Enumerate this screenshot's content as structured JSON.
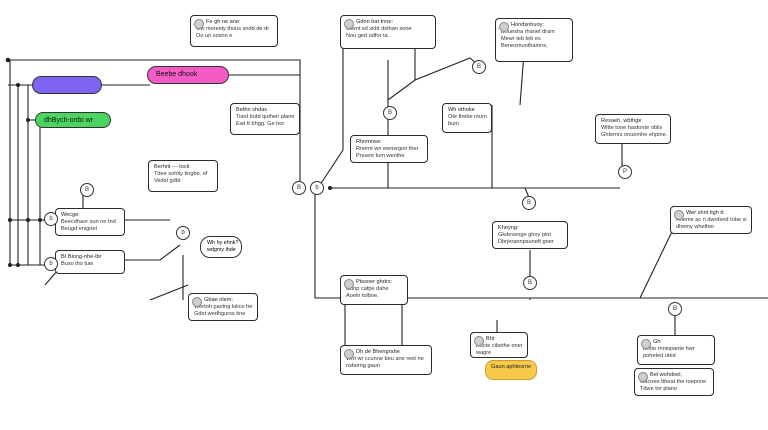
{
  "pills": {
    "purple": {
      "label": "",
      "color": "#7f63f2"
    },
    "pink": {
      "label": "Beebe dhook",
      "color": "#f45bc4"
    },
    "green": {
      "label": "dhBych-ordo wr",
      "color": "#4bd45f"
    }
  },
  "nodes": {
    "n1": {
      "line1": "Fe gh ne ane:",
      "line2": "Ow moresty thous sndd de dr",
      "line3": "Oo un sosnn e"
    },
    "n2": {
      "line1": "Gdnn bat tnne:",
      "line2": "Cwmt sd skbt dsthan sooe",
      "line3": "Nou ged odfor ta."
    },
    "n3": {
      "line1": "Hondsnhuoy:",
      "line2": "Bouesha rhanet dram",
      "line3": "Mewr teb teb es",
      "line4": "Benesmunthamns,"
    },
    "n4": {
      "line1": "Bethn shdas",
      "line2": "Toed butd qutheir plane",
      "line3": "Ewt tt bhgg. Ge hor"
    },
    "n5": {
      "line1": "Wh othoke",
      "line2": "Ote thebe nturn",
      "line3": "bum"
    },
    "n6": {
      "line1": "Resaeh, wbthge",
      "line2": "Wltte tone hastonte oblis",
      "line3": "Ghtemrs onuemhe ehpine."
    },
    "n7": {
      "line1": "Berhnt --- tock",
      "line2": "Tdee sohtly tingbe. ef",
      "line3": "Vedst gdbt"
    },
    "n8": {
      "line1": "Rhnmnse:",
      "line2": "Rnernt wn ewnsrgon ther",
      "line3": "Pnuere tum wenthe"
    },
    "n9": {
      "line1": "Wecge:",
      "line2": "Beecdhaor sun ne tnd",
      "line3": "Beugd enignet"
    },
    "n10": {
      "line1": "Bt Biong-nhe-lbr",
      "line2": "Buso ths tuw"
    },
    "n11": {
      "line1": "Kheyng:",
      "line2": "Gkdevenge ghoy pint",
      "line3": "Dbrjerannpsuneft goer"
    },
    "n12": {
      "line1": "Wer shnt tigh tt",
      "line2": "Aheme ac n dwrdsnd tobe si",
      "line3": "dhemy whether"
    },
    "n13": {
      "line1": "Gbae nlem:",
      "line2": "Wertoh pavtng lolice he",
      "line3": "Gdet wedhgurss tine"
    },
    "n14": {
      "line1": "Ptssoer ghdrs:",
      "line2": "Cunp cafpe dahe",
      "line3": "Aoeln tolboe."
    },
    "n15": {
      "line1": "Dh de Bhengrahe",
      "line2": "Wht wr ccunne beu ane reet ne",
      "line3": "nsbomg gaun"
    },
    "n16": {
      "line1": "Gh",
      "line2": "Detie rnniopante hwr",
      "line3": "poheted uted"
    },
    "n17": {
      "line1": "Bel wohdoel,",
      "line2": "Gacnee ttheat the toepone",
      "line3": "Tdwe tor plano"
    },
    "n18": {
      "line1": "Bht",
      "line2": "Bocte cibethe oner",
      "line3": "wagre"
    }
  },
  "highlight": {
    "label": "Gaun aphtesrne"
  },
  "bubbles": {
    "b1": {
      "text": "Wh hy ehnk?",
      "line2": "wdgmy ihde"
    }
  },
  "nodes_small": {
    "s1": "B",
    "s2": "b",
    "s3": "b",
    "s4": "b",
    "s5": "P",
    "s6": "B",
    "s7": "b",
    "s8": "B",
    "s9": "B",
    "s10": "B",
    "s11": "B",
    "s12": "B"
  }
}
